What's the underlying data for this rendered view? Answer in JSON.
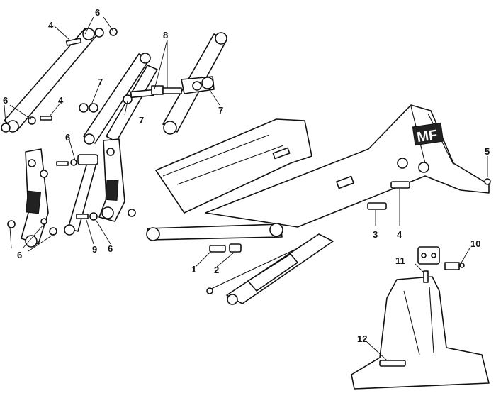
{
  "logo": {
    "text": "MF"
  },
  "labels": [
    "1",
    "2",
    "3",
    "4",
    "4",
    "4",
    "5",
    "6",
    "6",
    "6",
    "6",
    "6",
    "6",
    "7",
    "7",
    "7",
    "8",
    "9",
    "10",
    "11",
    "12"
  ]
}
